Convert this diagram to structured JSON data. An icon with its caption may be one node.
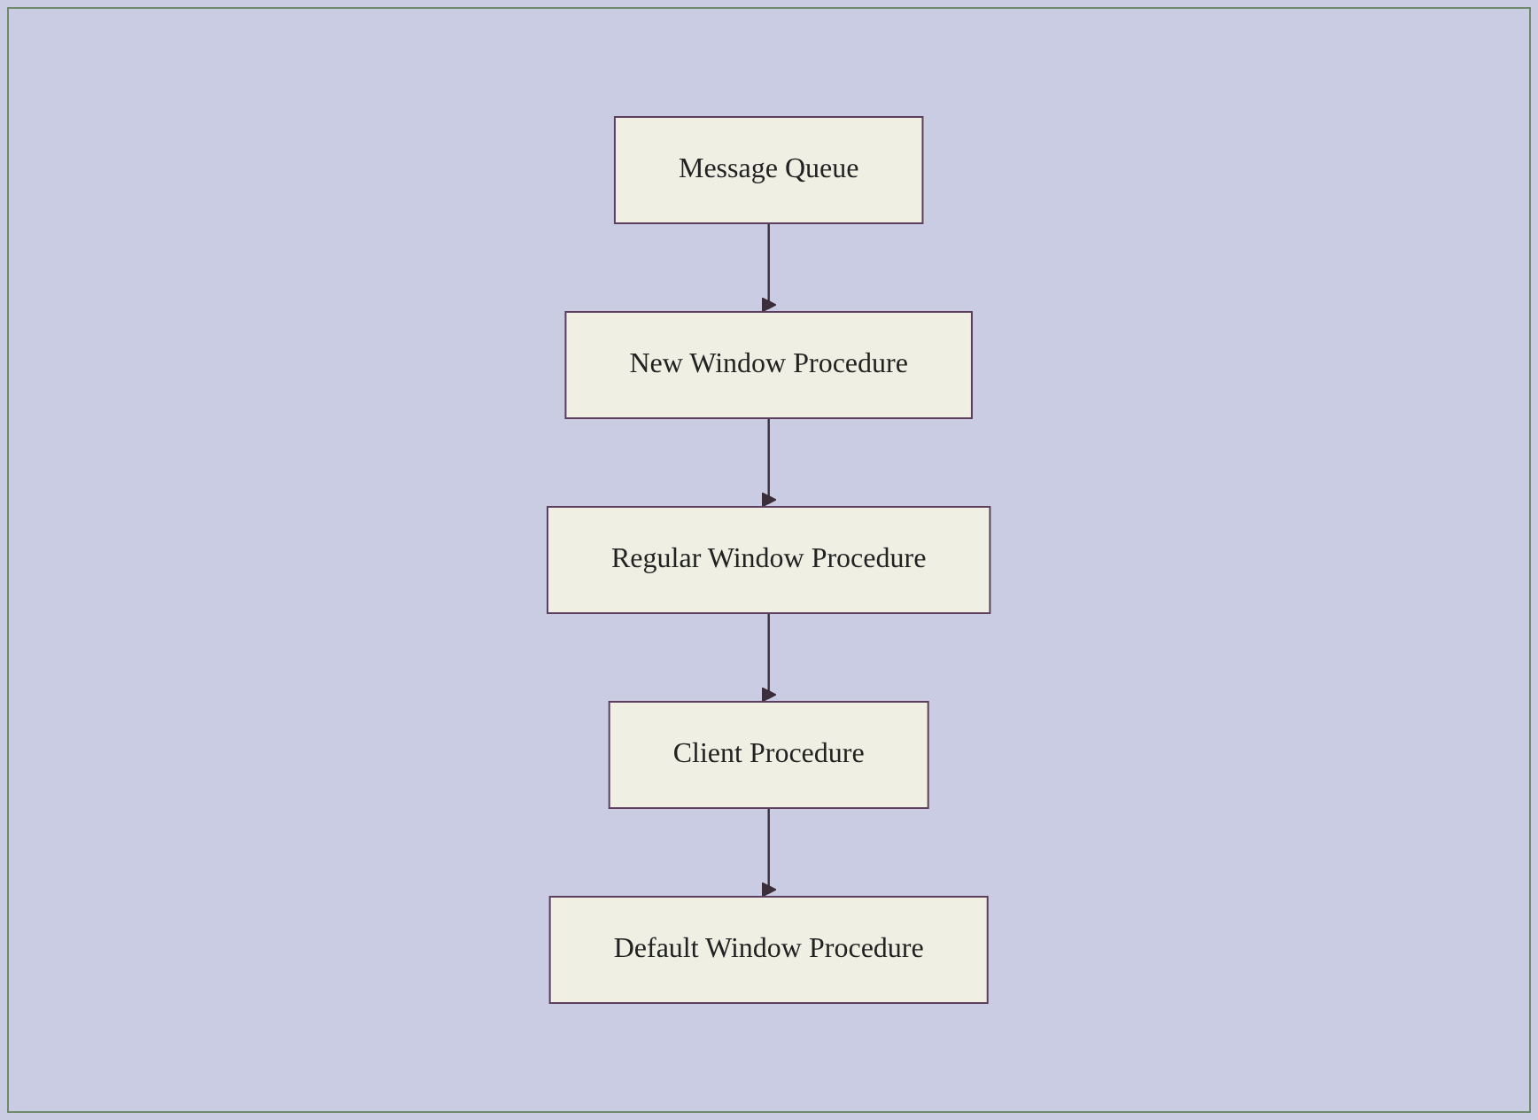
{
  "diagram": {
    "nodes": [
      {
        "text": [
          "Message Queue"
        ]
      },
      {
        "text": [
          "New Window Procedure"
        ]
      },
      {
        "text": [
          "Regular Window Procedure"
        ]
      },
      {
        "text": [
          "Client Procedure"
        ]
      },
      {
        "text": [
          "Default Window Procedure"
        ]
      }
    ],
    "edges": [
      {
        "from": 0,
        "to": 1,
        "arrow": "to"
      },
      {
        "from": 1,
        "to": 2,
        "arrow": "to"
      },
      {
        "from": 2,
        "to": 3,
        "arrow": "to"
      },
      {
        "from": 3,
        "to": 4,
        "arrow": "to"
      }
    ]
  }
}
